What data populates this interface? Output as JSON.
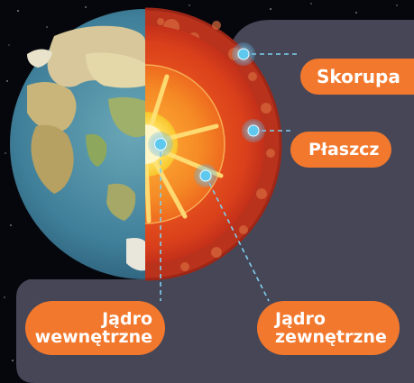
{
  "labels": {
    "crust": "Skorupa",
    "mantle": "Płaszcz",
    "inner_core_line1": "Jądro",
    "inner_core_line2": "wewnętrzne",
    "outer_core_line1": "Jądro",
    "outer_core_line2": "zewnętrzne"
  },
  "colors": {
    "label_fill": "#f2782d",
    "panel_fill": "#4a4a5c",
    "background": "#06070d",
    "marker": "#5fc8ef",
    "connector": "#7fd0f0"
  }
}
